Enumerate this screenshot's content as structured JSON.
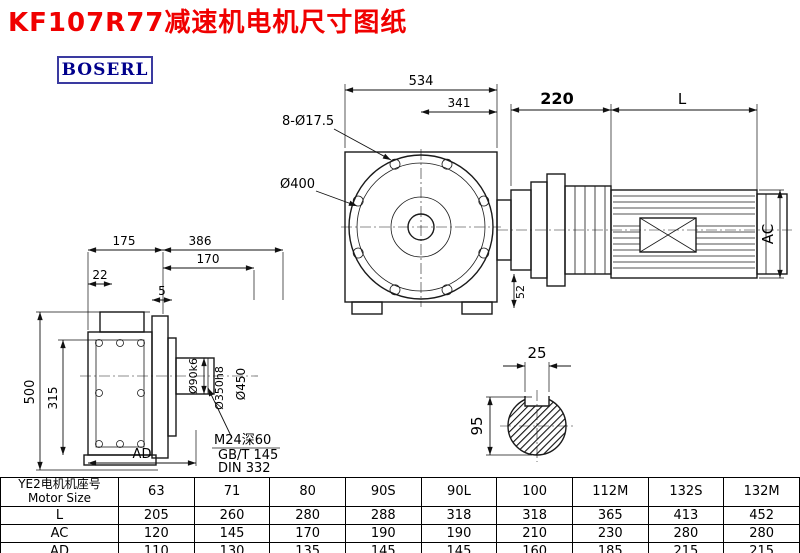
{
  "page": {
    "title": "KF107R77减速机电机尺寸图纸",
    "brand": "BOSERL"
  },
  "drawing": {
    "top_view": {
      "dim_total_width": "534",
      "dim_flange_to_adapter": "341",
      "bolt_holes": "8-Ø17.5",
      "flange_diameter": "Ø400",
      "dim_adapter_length": "220",
      "dim_motor_length": "L",
      "dim_motor_diameter": "AC",
      "dim_shaft_gap": "52"
    },
    "side_view": {
      "dim_width_left": "175",
      "dim_width_total": "386",
      "dim_flange_offset": "170",
      "dim_foot_offset": "22",
      "dim_flange_thickness": "5",
      "dim_height_total": "500",
      "dim_height_center": "315",
      "shaft_diameter": "Ø90k6",
      "spigot_diameter": "Ø350h8",
      "flange_diameter": "Ø450",
      "note_tap": "M24深60",
      "note_standard_1": "GB/T 145",
      "note_standard_2": "DIN 332",
      "dim_ad": "AD"
    },
    "shaft_section": {
      "key_width": "25",
      "shaft_diameter": "95"
    }
  },
  "table": {
    "header_line1": "YE2电机机座号",
    "header_line2": "Motor Size",
    "sizes": [
      "63",
      "71",
      "80",
      "90S",
      "90L",
      "100",
      "112M",
      "132S",
      "132M"
    ],
    "rows": [
      {
        "label": "L",
        "values": [
          "205",
          "260",
          "280",
          "288",
          "318",
          "318",
          "365",
          "413",
          "452"
        ]
      },
      {
        "label": "AC",
        "values": [
          "120",
          "145",
          "170",
          "190",
          "190",
          "210",
          "230",
          "280",
          "280"
        ]
      },
      {
        "label": "AD",
        "values": [
          "110",
          "130",
          "135",
          "145",
          "145",
          "160",
          "185",
          "215",
          "215"
        ]
      }
    ]
  }
}
